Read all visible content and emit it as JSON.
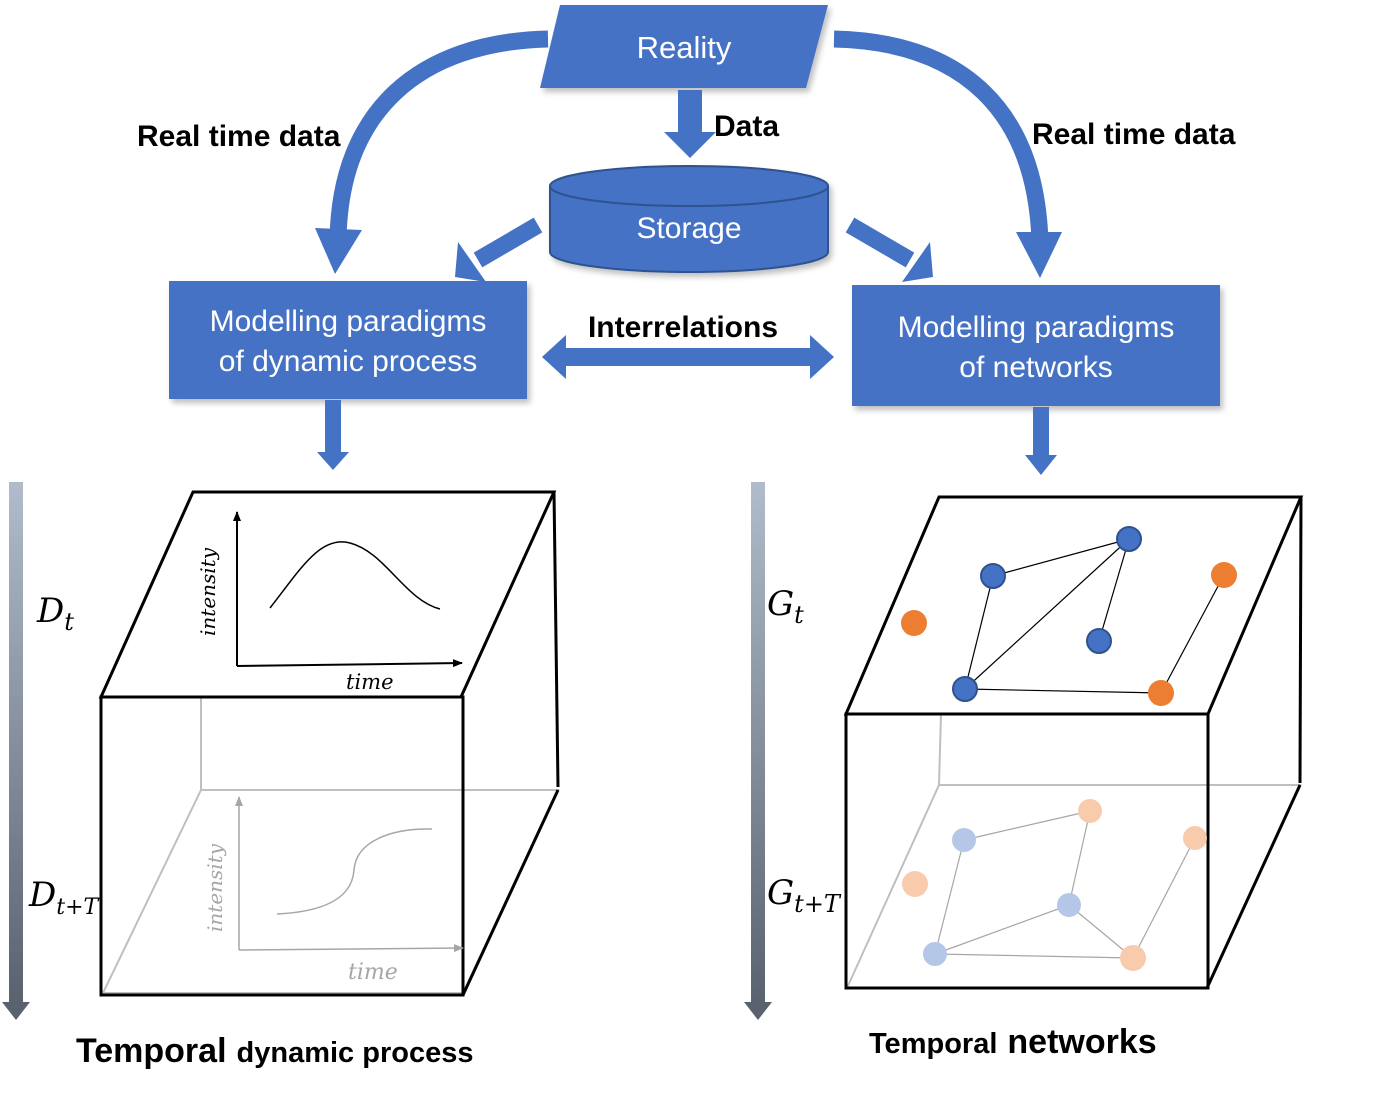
{
  "nodes": {
    "reality": "Reality",
    "storage": "Storage",
    "model_dynamic_line1": "Modelling paradigms",
    "model_dynamic_line2": "of dynamic process",
    "model_network_line1": "Modelling paradigms",
    "model_network_line2": "of networks"
  },
  "edges": {
    "data": "Data",
    "real_time_left": "Real time data",
    "real_time_right": "Real time data",
    "interrelations": "Interrelations"
  },
  "left_panel": {
    "d_t": "D",
    "d_t_sub": "t",
    "d_tT": "D",
    "d_tT_sub": "t+T",
    "top_ylabel": "intensity",
    "top_xlabel": "time",
    "bottom_ylabel": "intensity",
    "bottom_xlabel": "time",
    "caption_bold": "Temporal",
    "caption_rest": "dynamic process"
  },
  "right_panel": {
    "g_t": "G",
    "g_t_sub": "t",
    "g_tT": "G",
    "g_tT_sub": "t+T",
    "caption_first": "Temporal",
    "caption_bold": "networks"
  },
  "colors": {
    "primary_blue": "#4472C4",
    "node_blue": "#4472C4",
    "node_orange": "#ED7D31",
    "faded_blue": "#B4C7E7",
    "faded_orange": "#F8CBAD"
  }
}
